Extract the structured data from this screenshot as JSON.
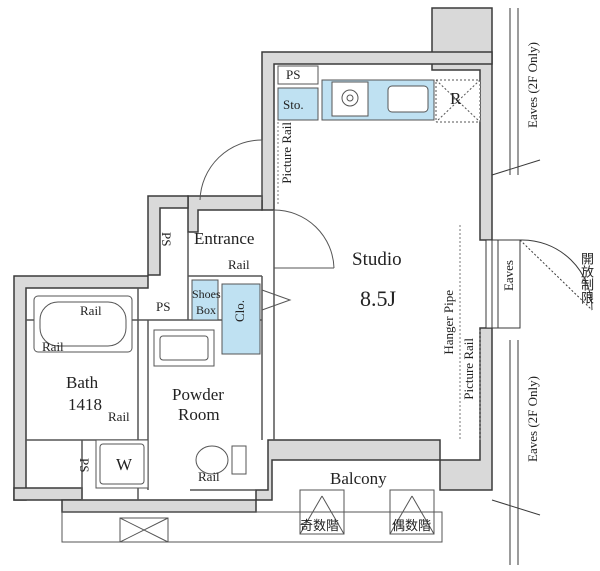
{
  "rooms": {
    "studio": {
      "name": "Studio",
      "size": "8.5J"
    },
    "entrance": "Entrance",
    "bath": {
      "name": "Bath",
      "size": "1418"
    },
    "powder_room": {
      "line1": "Powder",
      "line2": "Room"
    },
    "balcony": "Balcony"
  },
  "labels": {
    "ps": "PS",
    "storage": "Sto.",
    "refrigerator": "R",
    "shoes_box_line1": "Shoes",
    "shoes_box_line2": "Box",
    "closet": "Clo.",
    "rail": "Rail",
    "picture_rail": "Picture Rail",
    "hanger_pipe": "Hanger Pipe",
    "washer": "W",
    "eaves": "Eaves",
    "eaves_2f": "Eaves (2F Only)",
    "no_opening": "開放制限",
    "odd_floors": "奇数階",
    "even_floors": "偶数階"
  },
  "colors": {
    "wall": "#3a3a3a",
    "wall_fill": "#d9d9d9",
    "fixture_blue": "#bfe1f2",
    "line": "#555555"
  }
}
